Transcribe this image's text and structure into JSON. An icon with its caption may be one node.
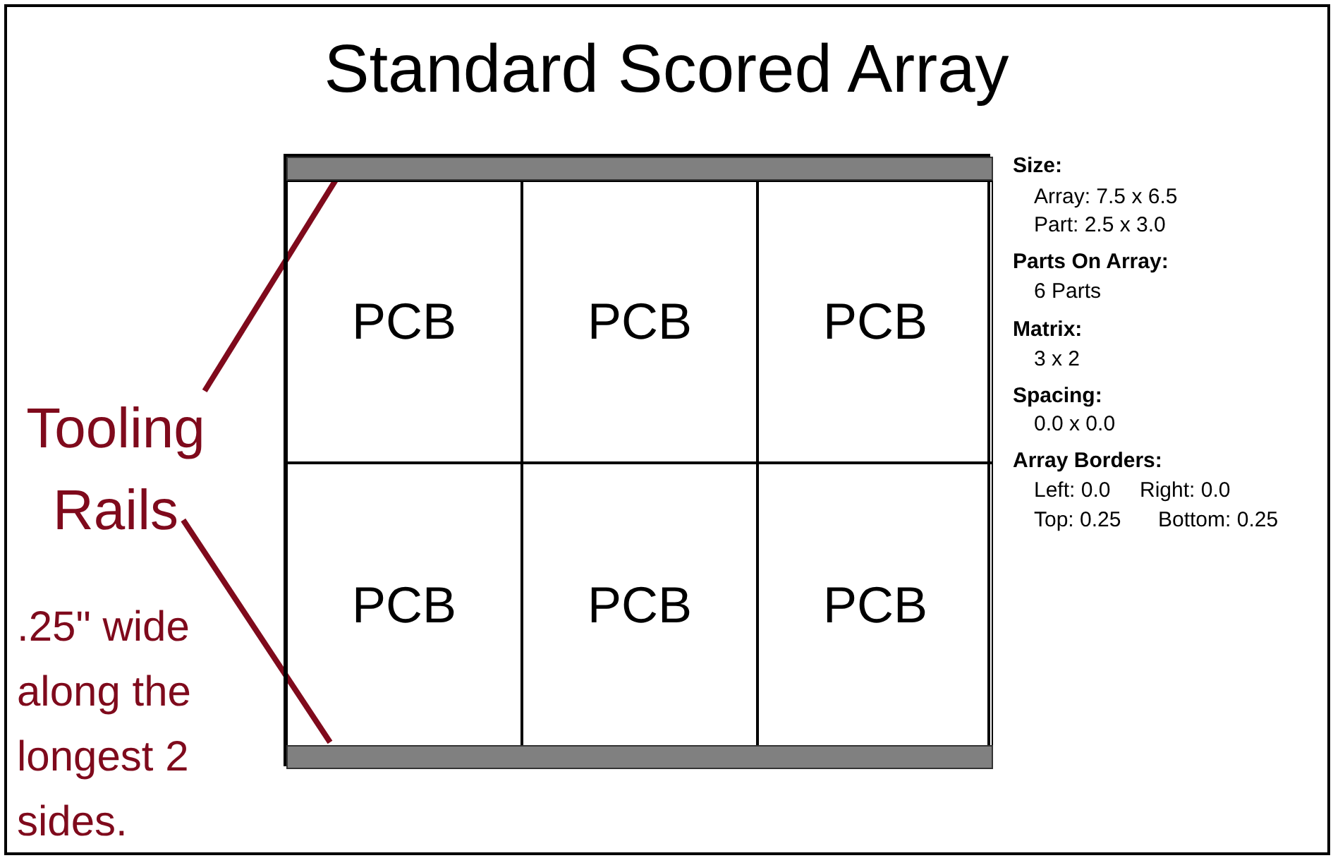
{
  "diagram": {
    "title": "Standard Scored Array",
    "nodes": [
      {
        "text": [],
        "shape": "box"
      },
      {
        "text": [],
        "shape": "bar",
        "in": 0
      },
      {
        "text": [
          "PCB"
        ],
        "in": 0
      },
      {
        "text": [
          "PCB"
        ],
        "in": 0
      },
      {
        "text": [
          "PCB"
        ],
        "in": 0
      },
      {
        "text": [
          "PCB"
        ],
        "in": 0
      },
      {
        "text": [
          "PCB"
        ],
        "in": 0
      },
      {
        "text": [
          "PCB"
        ],
        "in": 0
      },
      {
        "text": [],
        "shape": "bar",
        "in": 0
      },
      {
        "text": [
          "Tooling Rails"
        ]
      }
    ],
    "edges": [
      {
        "from": 9,
        "to": 1,
        "arrow": "none"
      },
      {
        "from": 9,
        "to": 8,
        "arrow": "none"
      }
    ],
    "labels": [
      "Size:",
      "Array: 7.5 x 6.5",
      "Part: 2.5 x 3.0",
      "Parts On Array:",
      "6 Parts",
      "Matrix:",
      "3 x 2",
      "Spacing:",
      "0.0 x 0.0",
      "Array Borders:",
      "Left: 0.0",
      "Right: 0.0",
      "Top: 0.25",
      "Bottom: 0.25",
      ".25\" wide along the longest 2 sides."
    ]
  }
}
